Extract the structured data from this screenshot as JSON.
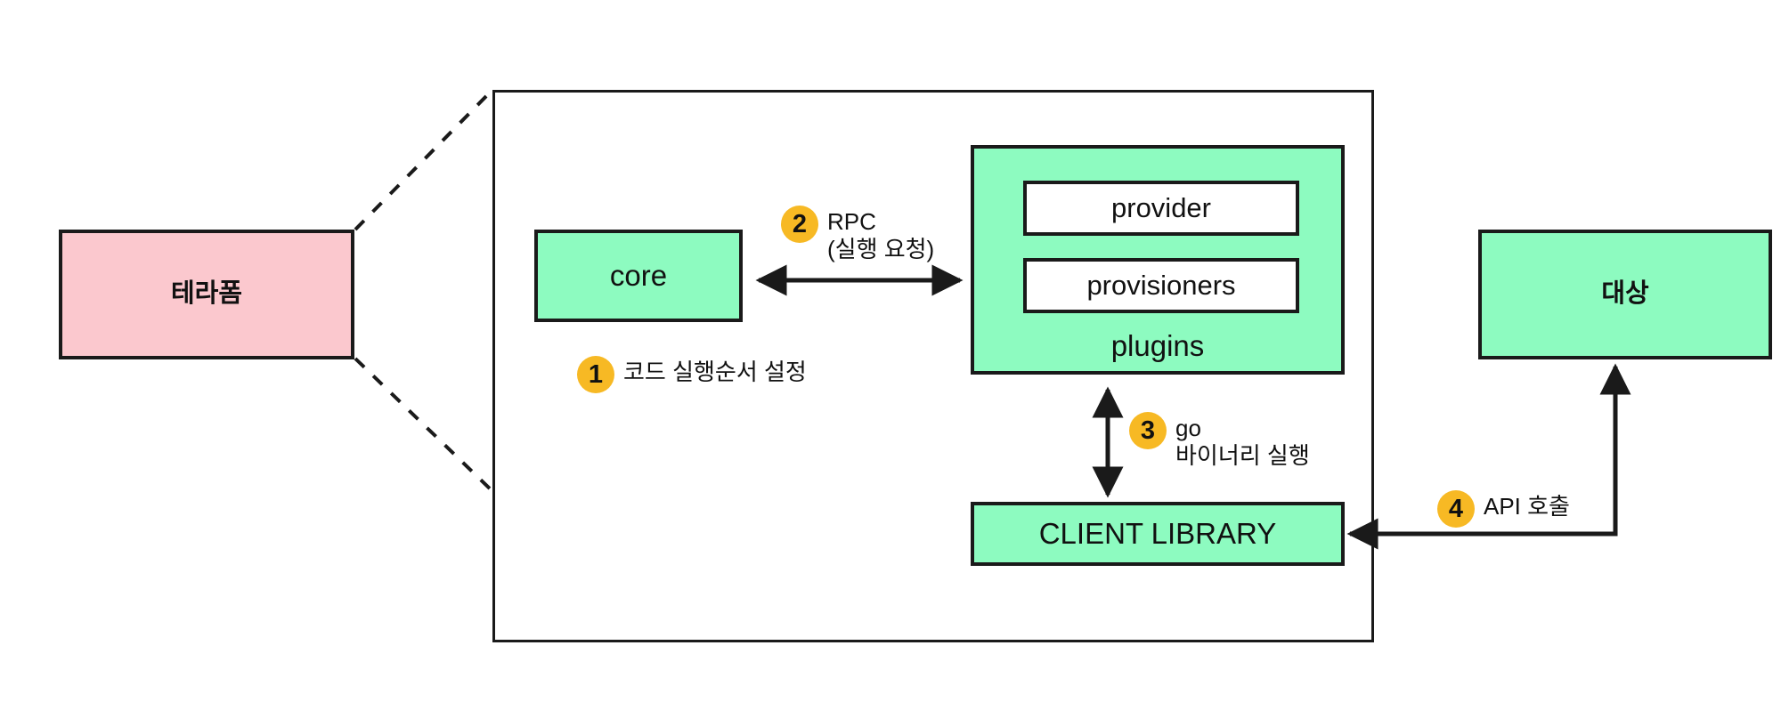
{
  "diagram": {
    "title_boxes": {
      "terraform": "테라폼",
      "core": "core",
      "provider": "provider",
      "provisioners": "provisioners",
      "plugins": "plugins",
      "client_library": "CLIENT LIBRARY",
      "target": "대상"
    },
    "steps": [
      {
        "number": "1",
        "text": "코드 실행순서 설정"
      },
      {
        "number": "2",
        "text": "RPC\n(실행 요청)"
      },
      {
        "number": "3",
        "text": "go\n바이너리 실행"
      },
      {
        "number": "4",
        "text": "API 호출"
      }
    ],
    "colors": {
      "green_fill": "#8dfbc0",
      "pink_fill": "#fbc8ce",
      "badge_yellow": "#f7b924",
      "stroke": "#1a1a1a",
      "background": "#ffffff"
    }
  }
}
